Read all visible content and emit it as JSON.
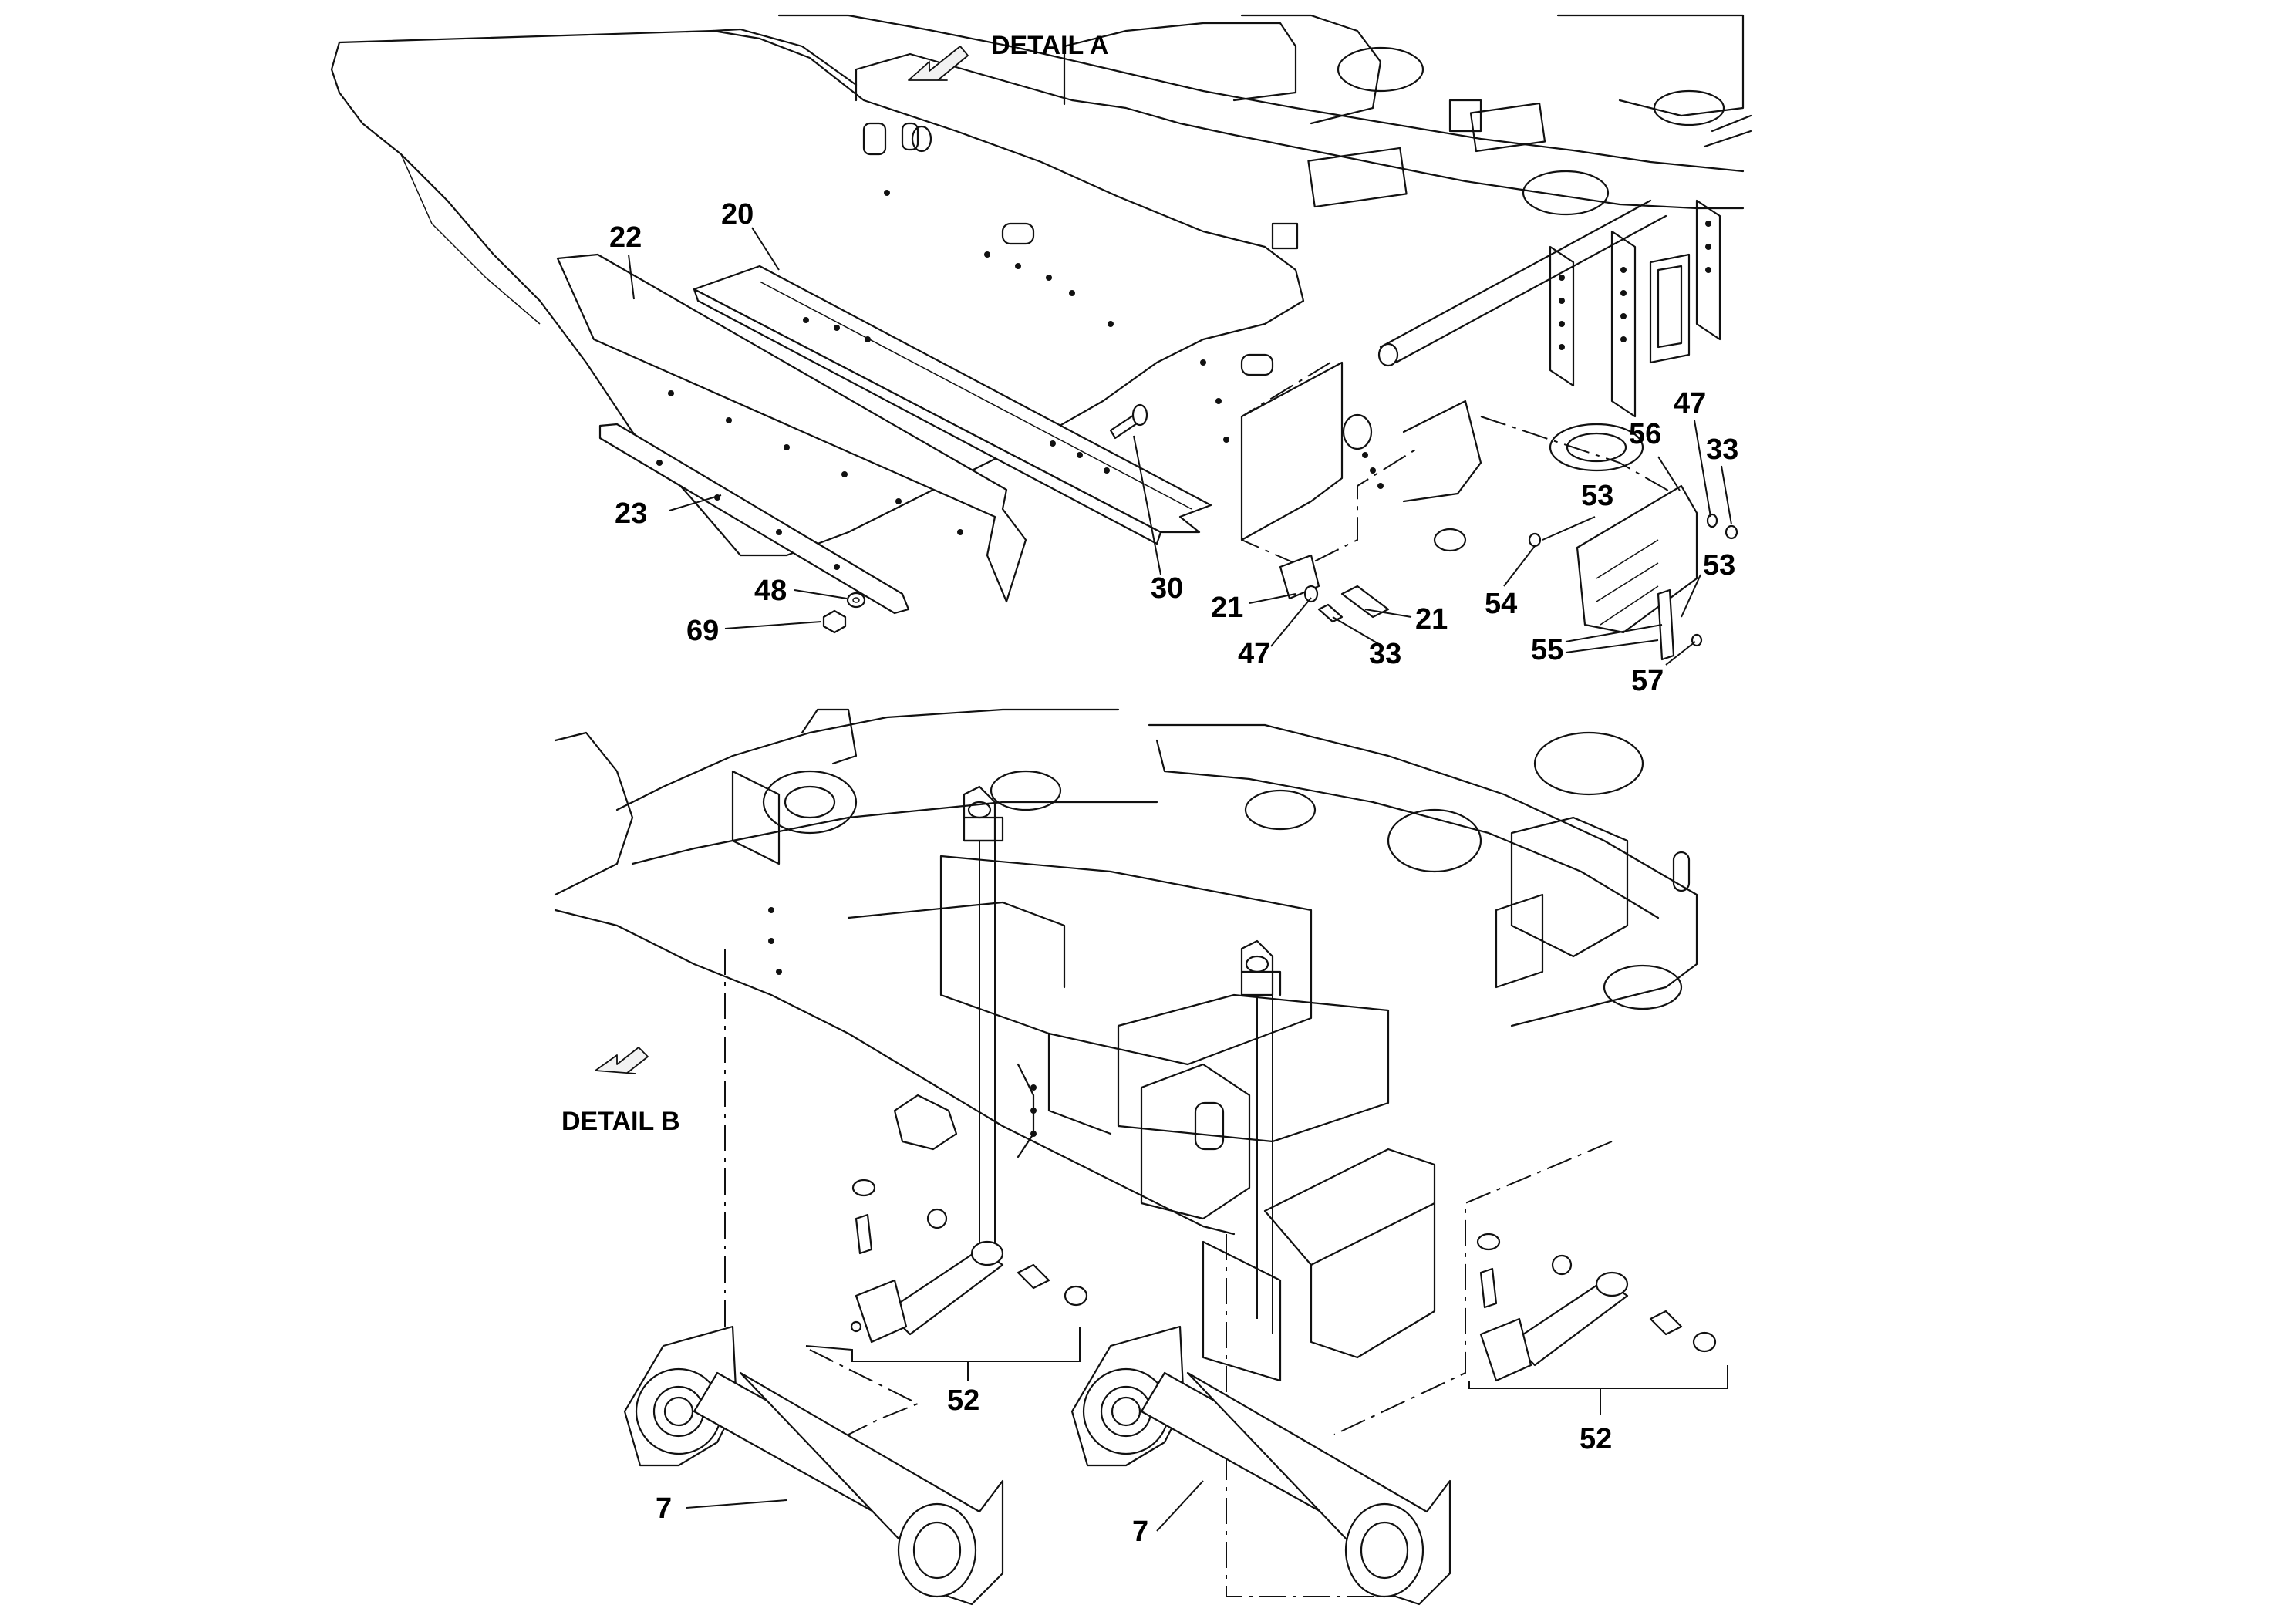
{
  "details": {
    "a": "DETAIL A",
    "b": "DETAIL B"
  },
  "callouts": {
    "n22": "22",
    "n20": "20",
    "n23": "23",
    "n48": "48",
    "n69": "69",
    "n30": "30",
    "n21a": "21",
    "n21b": "21",
    "n47a": "47",
    "n33a": "33",
    "n47b": "47",
    "n56": "56",
    "n33b": "33",
    "n53a": "53",
    "n53b": "53",
    "n54": "54",
    "n55": "55",
    "n57": "57",
    "n52a": "52",
    "n52b": "52",
    "n7a": "7",
    "n7b": "7"
  }
}
